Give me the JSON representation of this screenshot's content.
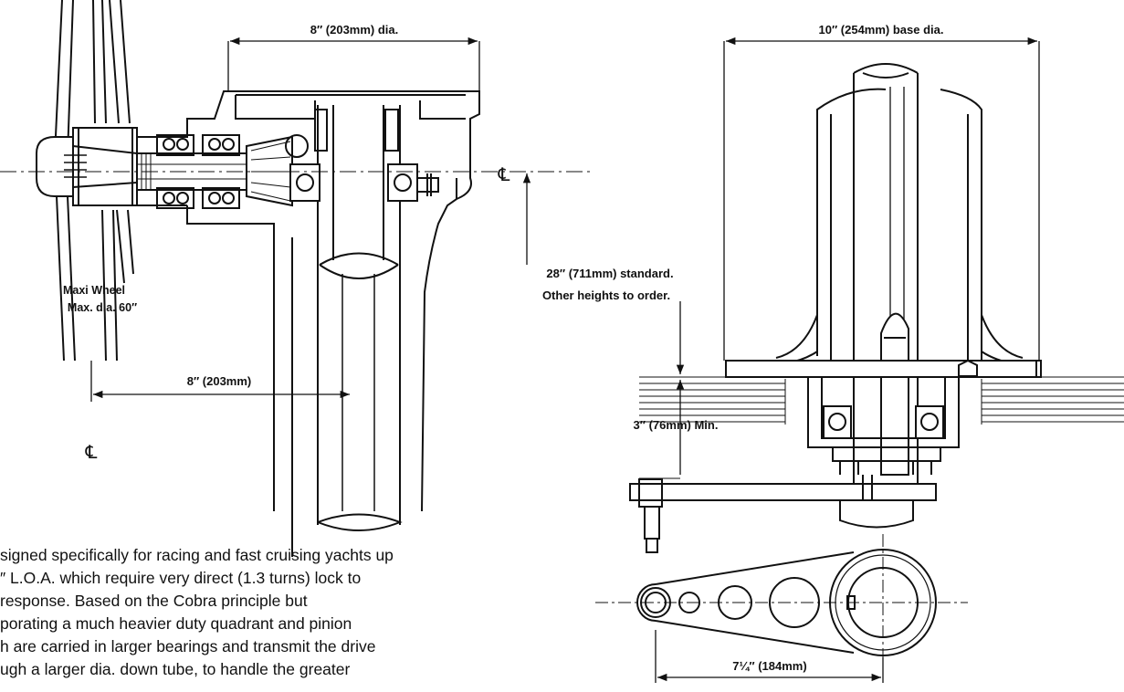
{
  "labels": {
    "top_left_dia": "8″ (203mm) dia.",
    "top_right_dia": "10″ (254mm) base dia.",
    "standard_height_line1": "28″ (711mm) standard.",
    "standard_height_line2": "Other heights to order.",
    "wheel_line1": "Maxi Wheel",
    "wheel_line2": "Max. dia. 60″",
    "offset": "8″ (203mm)",
    "min_clearance": "3″ (76mm) Min.",
    "arm_length": "7¼″ (184mm)",
    "centreline_symbol": "℄"
  },
  "description": [
    "signed specifically for racing and fast cruising yachts up",
    "″ L.O.A. which require very direct (1.3 turns) lock to",
    "response. Based on the Cobra principle but",
    "porating a much heavier duty quadrant and pinion",
    "h are carried in larger bearings and transmit the drive",
    "ugh a larger dia. down tube, to handle the greater"
  ]
}
